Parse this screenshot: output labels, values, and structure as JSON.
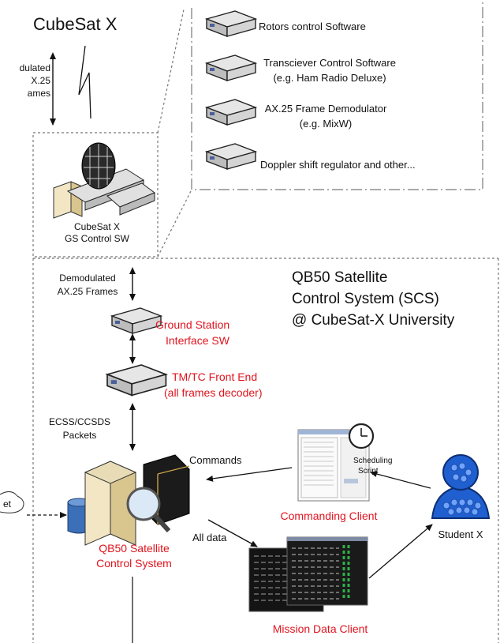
{
  "cubesat_title": "CubeSat X",
  "link_label": {
    "line1": "dulated",
    "line2": "X.25",
    "line3": "ames"
  },
  "software_list": [
    {
      "line1": "Rotors control Software",
      "line2": ""
    },
    {
      "line1": "Transciever Control Software",
      "line2": "(e.g. Ham Radio Deluxe)"
    },
    {
      "line1": "AX.25 Frame Demodulator",
      "line2": "(e.g. MixW)"
    },
    {
      "line1": "Doppler shift regulator and other...",
      "line2": ""
    }
  ],
  "gs_control": {
    "line1": "CubeSat X",
    "line2": "GS Control SW"
  },
  "demod_label": {
    "line1": "Demodulated",
    "line2": "AX.25 Frames"
  },
  "scs_title": {
    "line1": "QB50 Satellite",
    "line2": "Control System (SCS)",
    "line3": "@ CubeSat-X University"
  },
  "gs_interface": {
    "line1": "Ground Station",
    "line2": "Interface SW"
  },
  "tmtc": {
    "line1": "TM/TC Front End",
    "line2": "(all frames decoder)"
  },
  "packets_label": {
    "line1": "ECSS/CCSDS",
    "line2": "Packets"
  },
  "commands_label": "Commands",
  "scheduling": {
    "line1": "Scheduling",
    "line2": "Script"
  },
  "commanding_client": "Commanding Client",
  "alldata_label": "All data",
  "scs_system": {
    "line1": "QB50 Satellite",
    "line2": "Control System"
  },
  "student": "Student X",
  "mission_client": "Mission Data Client",
  "internet_fragment": "et",
  "colors": {
    "accent_red": "#e0141e",
    "dash": "#777777"
  }
}
